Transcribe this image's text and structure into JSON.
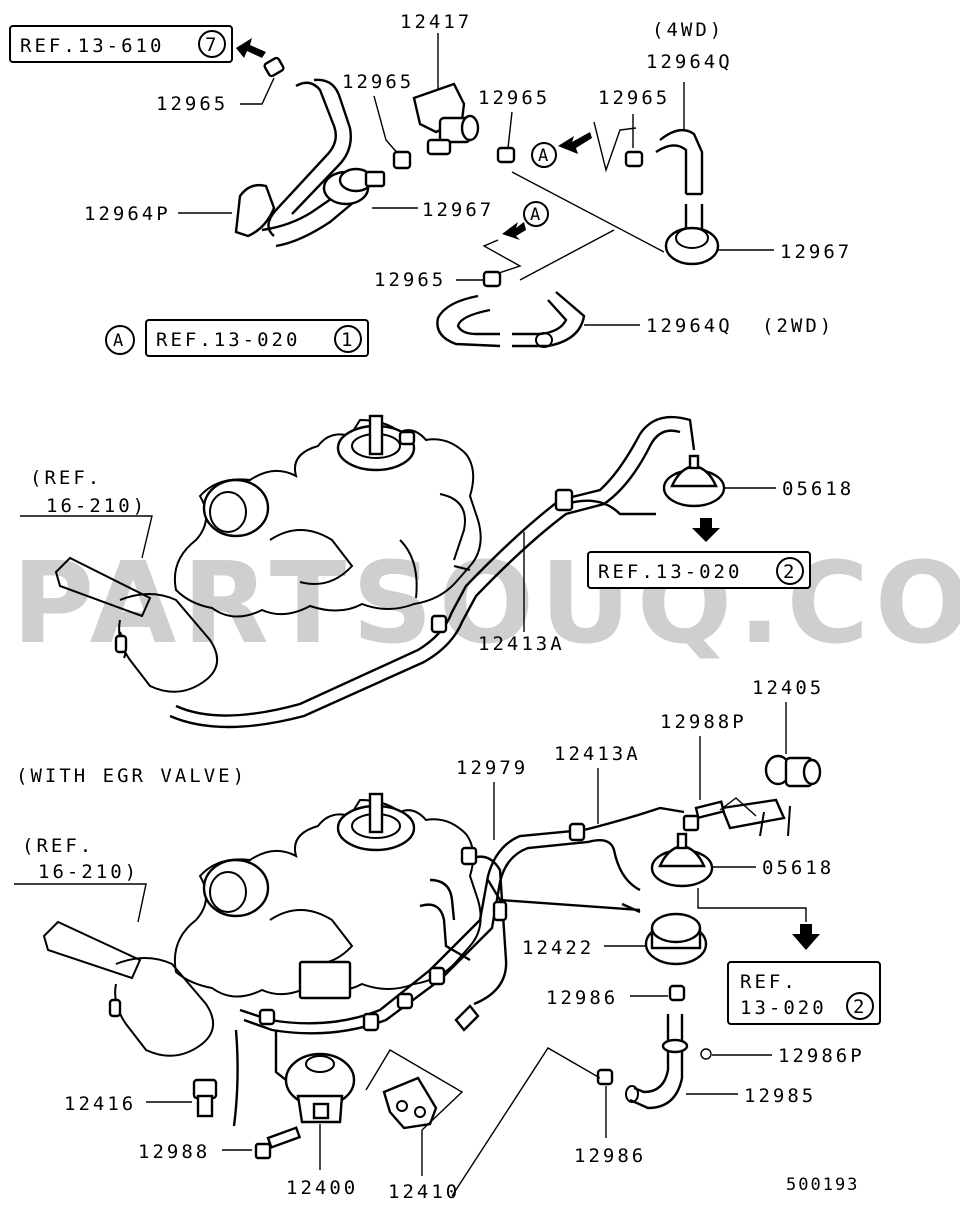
{
  "watermark": "PARTSOUQ.COM",
  "drawing_number": "500193",
  "section_egr_title": "(WITH EGR VALVE)",
  "variant_4wd": "(4WD)",
  "variant_2wd": "(2WD)",
  "callout_a": "A",
  "references": {
    "ref_13_610": {
      "text": "REF.13-610",
      "num": "7"
    },
    "ref_13_020_a": {
      "text": "REF.13-020",
      "num": "1"
    },
    "ref_13_020_mid": {
      "text": "REF.13-020",
      "num": "2"
    },
    "ref_13_020_low_line1": "REF.",
    "ref_13_020_low_line2": "13-020",
    "ref_13_020_low_num": "2",
    "ref_16_210_upper_line1": "(REF.",
    "ref_16_210_upper_line2": "16-210)",
    "ref_16_210_lower_line1": "(REF.",
    "ref_16_210_lower_line2": "16-210)"
  },
  "labels": {
    "p12417": "12417",
    "p12965_topleft": "12965",
    "p12965_a": "12965",
    "p12965_b": "12965",
    "p12965_c": "12965",
    "p12965_d": "12965",
    "p12964Q_4wd": "12964Q",
    "p12964P": "12964P",
    "p12967_left": "12967",
    "p12967_right": "12967",
    "p12964Q_2wd": "12964Q",
    "p05618_upper": "05618",
    "p12413A_upper": "12413A",
    "p12405": "12405",
    "p12988P": "12988P",
    "p12979": "12979",
    "p12413A_lower": "12413A",
    "p05618_lower": "05618",
    "p12422": "12422",
    "p12986_upper": "12986",
    "p12986P": "12986P",
    "p12985": "12985",
    "p12416": "12416",
    "p12988": "12988",
    "p12400": "12400",
    "p12410": "12410",
    "p12986_lower": "12986"
  }
}
